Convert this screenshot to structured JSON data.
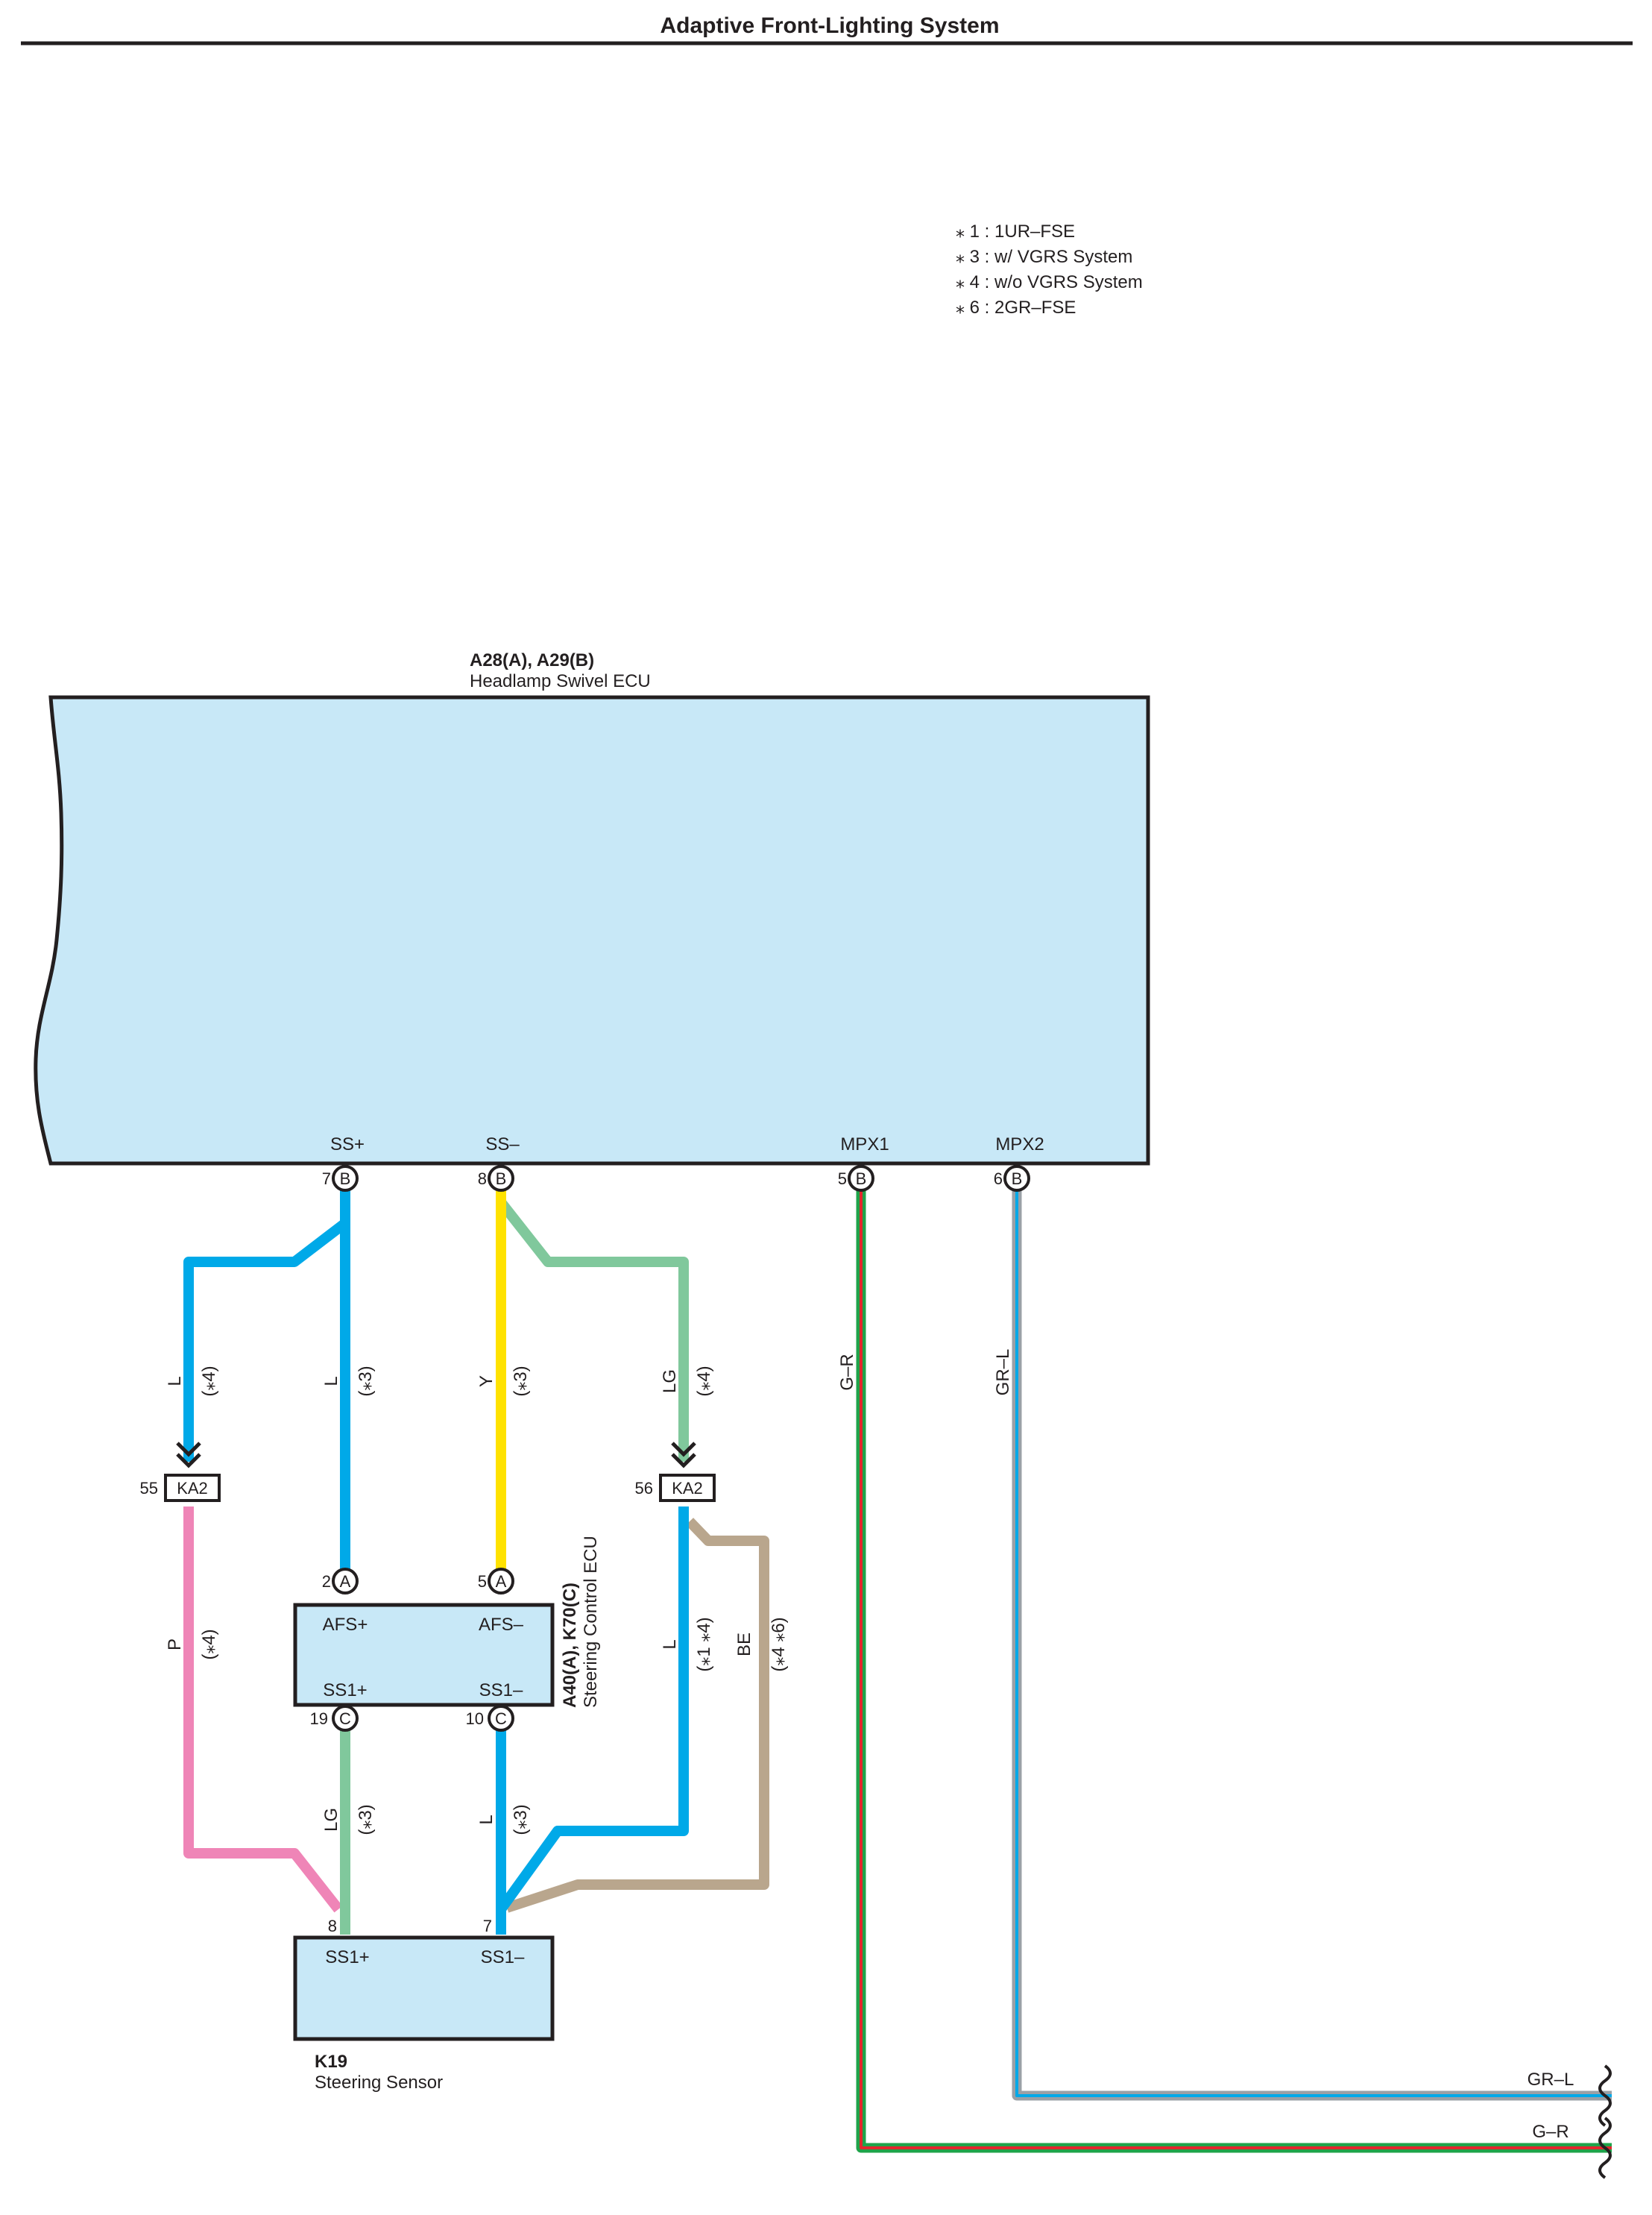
{
  "title": "Adaptive Front-Lighting System",
  "notes": [
    "⁎ 1 : 1UR–FSE",
    "⁎ 3 : w/ VGRS System",
    "⁎ 4 : w/o VGRS System",
    "⁎ 6 : 2GR–FSE"
  ],
  "colors": {
    "ecu_fill": "#c8e8f7",
    "L": "#00a9e8",
    "Y": "#ffe200",
    "LG": "#80c89c",
    "P": "#ef85b7",
    "BE": "#b9a68d",
    "G": "#1fa34a",
    "R": "#e3262d",
    "GR": "#9aa0a6"
  },
  "ecu_main": {
    "id": "A28(A), A29(B)",
    "name": "Headlamp Swivel ECU",
    "terminals": {
      "ssp": {
        "label": "SS+",
        "pin": "7",
        "conn": "B"
      },
      "ssm": {
        "label": "SS–",
        "pin": "8",
        "conn": "B"
      },
      "mpx1": {
        "label": "MPX1",
        "pin": "5",
        "conn": "B"
      },
      "mpx2": {
        "label": "MPX2",
        "pin": "6",
        "conn": "B"
      }
    }
  },
  "ecu_steering": {
    "id": "A40(A), K70(C)",
    "name": "Steering Control ECU",
    "terminals": {
      "afsp": {
        "label": "AFS+",
        "pin": "2",
        "conn": "A"
      },
      "afsm": {
        "label": "AFS–",
        "pin": "5",
        "conn": "A"
      },
      "ss1p": {
        "label": "SS1+",
        "pin": "19",
        "conn": "C"
      },
      "ss1m": {
        "label": "SS1–",
        "pin": "10",
        "conn": "C"
      }
    }
  },
  "sensor": {
    "id": "K19",
    "name": "Steering Sensor",
    "terminals": {
      "ss1p": {
        "label": "SS1+",
        "pin": "8"
      },
      "ss1m": {
        "label": "SS1–",
        "pin": "7"
      }
    }
  },
  "junctions": [
    {
      "pin": "55",
      "label": "KA2"
    },
    {
      "pin": "56",
      "label": "KA2"
    }
  ],
  "wires": {
    "w1": {
      "color": "L",
      "cond": "(⁎4)"
    },
    "w2": {
      "color": "L",
      "cond": "(⁎3)"
    },
    "w3": {
      "color": "Y",
      "cond": "(⁎3)"
    },
    "w4": {
      "color": "LG",
      "cond": "(⁎4)"
    },
    "w5": {
      "color": "P",
      "cond": "(⁎4)"
    },
    "w6": {
      "color": "L",
      "cond": "(⁎1 ⁎4)"
    },
    "w7": {
      "color": "BE",
      "cond": "(⁎4 ⁎6)"
    },
    "w8": {
      "color": "LG",
      "cond": "(⁎3)"
    },
    "w9": {
      "color": "L",
      "cond": "(⁎3)"
    },
    "mpx1": {
      "color": "G–R"
    },
    "mpx2": {
      "color": "GR–L"
    }
  }
}
